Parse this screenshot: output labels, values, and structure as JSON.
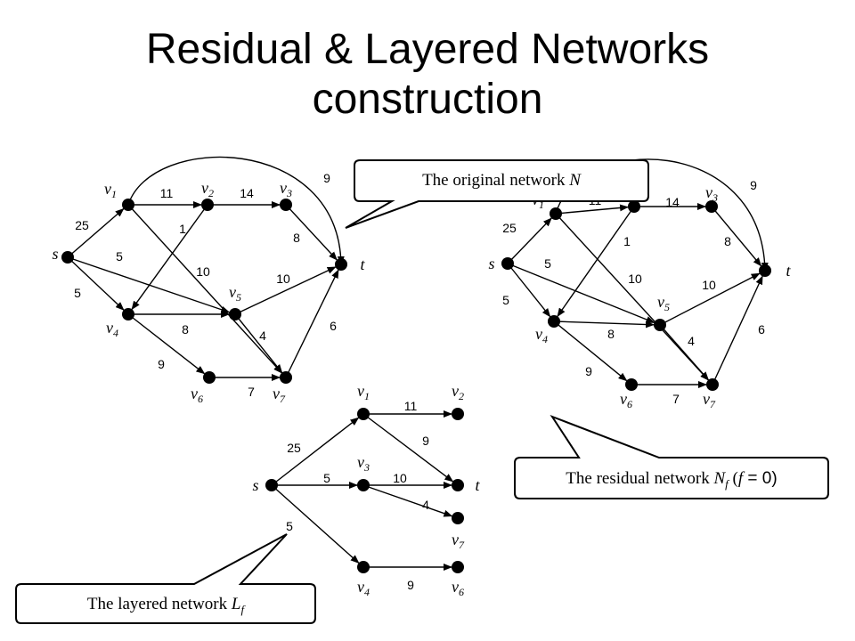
{
  "title": {
    "line1": "Residual & Layered Networks",
    "line2": "construction"
  },
  "callouts": {
    "original": {
      "text": "The original network ",
      "var": "N"
    },
    "residual": {
      "text": "The residual network ",
      "var": "N",
      "sub": "f",
      "paren_open": " (",
      "fvar": "f",
      "eq": " = 0)"
    },
    "layered": {
      "text": "The layered network ",
      "var": "L",
      "sub": "f"
    }
  },
  "original_network": {
    "nodes": {
      "s": "s",
      "v1": "v1",
      "v2": "v2",
      "v3": "v3",
      "v4": "v4",
      "v5": "v5",
      "v6": "v6",
      "v7": "v7",
      "t": "t"
    },
    "edges": [
      {
        "from": "v1",
        "to": "v2",
        "w": "11"
      },
      {
        "from": "v2",
        "to": "v3",
        "w": "14"
      },
      {
        "from": "s",
        "to": "v1",
        "w": "25"
      },
      {
        "from": "s",
        "to": "v5",
        "w": "5"
      },
      {
        "from": "s",
        "to": "v4",
        "w": "5"
      },
      {
        "from": "v2",
        "to": "v4",
        "w": "1"
      },
      {
        "from": "v1",
        "to": "v7",
        "w": "10"
      },
      {
        "from": "v3",
        "to": "t",
        "w": "8"
      },
      {
        "from": "v5",
        "to": "t",
        "w": "10"
      },
      {
        "from": "v4",
        "to": "v5",
        "w": "8"
      },
      {
        "from": "v5",
        "to": "v7",
        "w": "4"
      },
      {
        "from": "v4",
        "to": "v6",
        "w": "9"
      },
      {
        "from": "v6",
        "to": "v7",
        "w": "7"
      },
      {
        "from": "v7",
        "to": "t",
        "w": "6"
      },
      {
        "from": "v1",
        "to": "t",
        "w": "9"
      }
    ]
  },
  "layered_network": {
    "nodes": {
      "s": "s",
      "v1": "v1",
      "v2": "v2",
      "v3": "v3",
      "v4": "v4",
      "v6": "v6",
      "v7": "v7",
      "t": "t"
    },
    "edges": [
      {
        "from": "s",
        "to": "v1",
        "w": "25"
      },
      {
        "from": "s",
        "to": "v3",
        "w": "5"
      },
      {
        "from": "s",
        "to": "v4",
        "w": "5"
      },
      {
        "from": "v1",
        "to": "v2",
        "w": "11"
      },
      {
        "from": "v1",
        "to": "t",
        "w": "9"
      },
      {
        "from": "v3",
        "to": "t",
        "w": "10"
      },
      {
        "from": "v3",
        "to": "v7",
        "w": "4"
      },
      {
        "from": "v4",
        "to": "v6",
        "w": "9"
      }
    ]
  }
}
